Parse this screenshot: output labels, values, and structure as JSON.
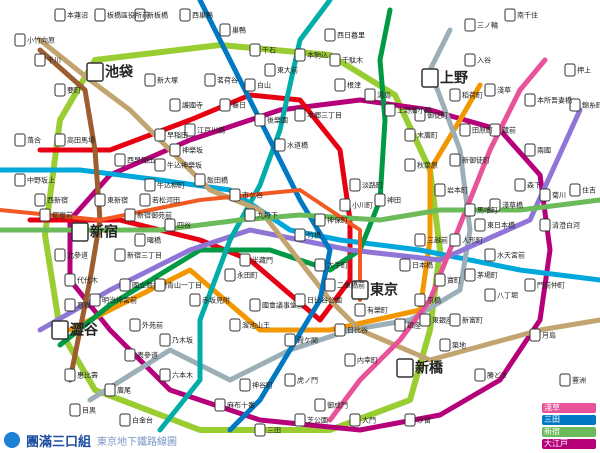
{
  "title": "",
  "colors": {
    "ginza": "#f39700",
    "marunouchi": "#e60012",
    "hibiya": "#9caeb7",
    "tozai": "#00a7db",
    "chiyoda": "#009944",
    "yurakucho": "#c1a470",
    "hanzomon": "#8f76d6",
    "namboku": "#00ada9",
    "fukutoshin": "#9c5e31",
    "asakusa": "#e85298",
    "mita": "#0079c2",
    "shinjuku": "#6cbb5a",
    "oedo": "#b6007a",
    "yamanote": "#9acd32",
    "jr_chuo": "#f15a22"
  },
  "stations": [
    {
      "name": "池袋",
      "big": true
    },
    {
      "name": "新宿",
      "big": true
    },
    {
      "name": "澀谷",
      "big": true
    },
    {
      "name": "上野",
      "big": true
    },
    {
      "name": "東京",
      "big": true
    },
    {
      "name": "新橋",
      "big": true
    },
    {
      "name": "淺草",
      "big": false
    },
    {
      "name": "西早稲田",
      "big": false
    },
    {
      "name": "飯田橋",
      "big": false
    },
    {
      "name": "市ケ谷",
      "big": false
    },
    {
      "name": "九段下",
      "big": false
    },
    {
      "name": "大手町",
      "big": false
    },
    {
      "name": "日本橋",
      "big": false
    },
    {
      "name": "銀座",
      "big": false
    },
    {
      "name": "有樂町",
      "big": false
    },
    {
      "name": "日比谷",
      "big": false
    },
    {
      "name": "赤坂見附",
      "big": false
    },
    {
      "name": "表參道",
      "big": false
    },
    {
      "name": "六本木",
      "big": false
    },
    {
      "name": "惠比壽",
      "big": false
    },
    {
      "name": "目黒",
      "big": false
    },
    {
      "name": "白金台",
      "big": false
    },
    {
      "name": "麻布十番",
      "big": false
    },
    {
      "name": "神谷町",
      "big": false
    },
    {
      "name": "虎ノ門",
      "big": false
    },
    {
      "name": "神保町",
      "big": false
    },
    {
      "name": "秋葉原",
      "big": false
    },
    {
      "name": "人形町",
      "big": false
    },
    {
      "name": "茅場町",
      "big": false
    },
    {
      "name": "八丁堀",
      "big": false
    },
    {
      "name": "築地",
      "big": false
    },
    {
      "name": "汐留",
      "big": false
    },
    {
      "name": "大門",
      "big": false
    },
    {
      "name": "三田",
      "big": false
    },
    {
      "name": "後樂園",
      "big": false
    },
    {
      "name": "春日",
      "big": false
    },
    {
      "name": "本郷三丁目",
      "big": false
    },
    {
      "name": "湯島",
      "big": false
    },
    {
      "name": "御徒町",
      "big": false
    },
    {
      "name": "稻荷町",
      "big": false
    },
    {
      "name": "藏前",
      "big": false
    },
    {
      "name": "兩國",
      "big": false
    },
    {
      "name": "錦糸町",
      "big": false
    },
    {
      "name": "菊川",
      "big": false
    },
    {
      "name": "住吉",
      "big": false
    },
    {
      "name": "清澄白河",
      "big": false
    },
    {
      "name": "門前仲町",
      "big": false
    },
    {
      "name": "月島",
      "big": false
    },
    {
      "name": "豐洲",
      "big": false
    },
    {
      "name": "代代木",
      "big": false
    },
    {
      "name": "原宿",
      "big": false
    },
    {
      "name": "明治神宮前",
      "big": false
    },
    {
      "name": "國立競技場",
      "big": false
    },
    {
      "name": "青山一丁目",
      "big": false
    },
    {
      "name": "四谷",
      "big": false
    },
    {
      "name": "新宿三丁目",
      "big": false
    },
    {
      "name": "新大塚",
      "big": false
    },
    {
      "name": "護國寺",
      "big": false
    },
    {
      "name": "江戸川橋",
      "big": false
    },
    {
      "name": "早稲田",
      "big": false
    },
    {
      "name": "高田馬場",
      "big": false
    },
    {
      "name": "落合",
      "big": false
    },
    {
      "name": "中野坂上",
      "big": false
    },
    {
      "name": "西新宿",
      "big": false
    },
    {
      "name": "都廳前",
      "big": false
    },
    {
      "name": "新宿御苑前",
      "big": false
    },
    {
      "name": "牛込柳町",
      "big": false
    },
    {
      "name": "牛込神樂坂",
      "big": false
    },
    {
      "name": "神樂坂",
      "big": false
    },
    {
      "name": "半藏門",
      "big": false
    },
    {
      "name": "永田町",
      "big": false
    },
    {
      "name": "國會議事堂前",
      "big": false
    },
    {
      "name": "溜池山王",
      "big": false
    },
    {
      "name": "霞ケ関",
      "big": false
    },
    {
      "name": "内幸町",
      "big": false
    },
    {
      "name": "御成門",
      "big": false
    },
    {
      "name": "芝公園",
      "big": false
    },
    {
      "name": "廣尾",
      "big": false
    },
    {
      "name": "乃木坂",
      "big": false
    },
    {
      "name": "外苑前",
      "big": false
    },
    {
      "name": "小川町",
      "big": false
    },
    {
      "name": "淡路町",
      "big": false
    },
    {
      "name": "神田",
      "big": false
    },
    {
      "name": "三越前",
      "big": false
    },
    {
      "name": "寶町",
      "big": false
    },
    {
      "name": "京橋",
      "big": false
    },
    {
      "name": "東銀座",
      "big": false
    },
    {
      "name": "新富町",
      "big": false
    },
    {
      "name": "勝どき",
      "big": false
    },
    {
      "name": "本駒込",
      "big": false
    },
    {
      "name": "東大前",
      "big": false
    },
    {
      "name": "西日暮里",
      "big": false
    },
    {
      "name": "千駄木",
      "big": false
    },
    {
      "name": "根津",
      "big": false
    },
    {
      "name": "入谷",
      "big": false
    },
    {
      "name": "三ノ輪",
      "big": false
    },
    {
      "name": "南千住",
      "big": false
    },
    {
      "name": "田原町",
      "big": false
    },
    {
      "name": "淺草橋",
      "big": false
    },
    {
      "name": "馬喰町",
      "big": false
    },
    {
      "name": "東日本橋",
      "big": false
    },
    {
      "name": "水天宮前",
      "big": false
    },
    {
      "name": "岩本町",
      "big": false
    },
    {
      "name": "末廣町",
      "big": false
    },
    {
      "name": "上野廣小路",
      "big": false
    },
    {
      "name": "新御徒町",
      "big": false
    },
    {
      "name": "本所吾妻橋",
      "big": false
    },
    {
      "name": "押上",
      "big": false
    },
    {
      "name": "森下",
      "big": false
    },
    {
      "name": "水道橋",
      "big": false
    },
    {
      "name": "竹橋",
      "big": false
    },
    {
      "name": "二重橋前",
      "big": false
    },
    {
      "name": "日比谷公園",
      "big": false
    },
    {
      "name": "千川",
      "big": false
    },
    {
      "name": "小竹向原",
      "big": false
    },
    {
      "name": "要町",
      "big": false
    },
    {
      "name": "北參道",
      "big": false
    },
    {
      "name": "東新宿",
      "big": false
    },
    {
      "name": "若松河田",
      "big": false
    },
    {
      "name": "曙橋",
      "big": false
    },
    {
      "name": "茗荷谷",
      "big": false
    },
    {
      "name": "白山",
      "big": false
    },
    {
      "name": "千石",
      "big": false
    },
    {
      "name": "巢鴨",
      "big": false
    },
    {
      "name": "西巢鴨",
      "big": false
    },
    {
      "name": "新板橋",
      "big": false
    },
    {
      "name": "板橋區役所前",
      "big": false
    },
    {
      "name": "本蓮沼",
      "big": false
    }
  ],
  "footer": {
    "brand": "團滿三口組",
    "caption": "東京地下鐵路線圖"
  },
  "legend": [
    {
      "code": "A",
      "label": "淺草",
      "color": "#e85298"
    },
    {
      "code": "I",
      "label": "三田",
      "color": "#0079c2"
    },
    {
      "code": "S",
      "label": "新宿",
      "color": "#6cbb5a"
    },
    {
      "code": "E",
      "label": "大江戸",
      "color": "#b6007a"
    }
  ]
}
